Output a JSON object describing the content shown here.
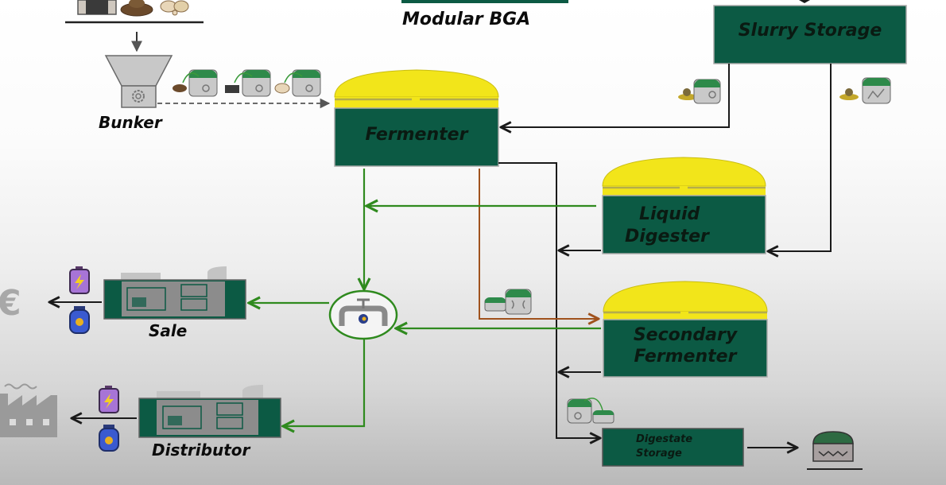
{
  "diagram": {
    "title": "Modular BGA",
    "colors": {
      "tank_green": "#0c5a44",
      "dome_yellow": "#f2e51a",
      "flow_green": "#2f8a1e",
      "flow_brown": "#a0521d",
      "flow_black": "#1a1a1a",
      "gray_icon": "#9a9a9a"
    },
    "nodes": {
      "bunker": "Bunker",
      "fermenter": "Fermenter",
      "slurry_storage": "Slurry Storage",
      "liquid_digester_1": "Liquid",
      "liquid_digester_2": "Digester",
      "secondary_fermenter_1": "Secondary",
      "secondary_fermenter_2": "Fermenter",
      "digestate_storage_1": "Digestate",
      "digestate_storage_2": "Storage",
      "sale": "Sale",
      "distributor": "Distributor"
    },
    "icons": {
      "feedstock": [
        "silage-icon",
        "manure-icon",
        "food-waste-icon"
      ],
      "euro": "euro-icon",
      "factory": "factory-icon",
      "battery": "battery-icon",
      "gas_bottle": "gas-bottle-icon",
      "valve": "gas-valve-icon",
      "generator": "chp-generator-icon",
      "fertilizer": "fertilizer-heap-icon"
    },
    "euro_symbol": "€",
    "flows": [
      {
        "from": "feedstock",
        "to": "bunker",
        "type": "black"
      },
      {
        "from": "bunker",
        "to": "fermenter",
        "type": "dashed"
      },
      {
        "from": "slurry_storage",
        "to": "fermenter",
        "type": "black"
      },
      {
        "from": "slurry_storage",
        "to": "liquid_digester",
        "type": "black"
      },
      {
        "from": "fermenter",
        "to": "digestate_storage",
        "type": "black"
      },
      {
        "from": "liquid_digester",
        "to": "digestate_line",
        "type": "black"
      },
      {
        "from": "secondary_fermenter",
        "to": "digestate_line",
        "type": "black"
      },
      {
        "from": "fermenter",
        "to": "secondary_fermenter",
        "type": "brown"
      },
      {
        "from": "fermenter",
        "to": "gas_valve",
        "type": "green"
      },
      {
        "from": "liquid_digester",
        "to": "gas_line",
        "type": "green"
      },
      {
        "from": "secondary_fermenter",
        "to": "gas_valve",
        "type": "green"
      },
      {
        "from": "gas_valve",
        "to": "sale",
        "type": "green"
      },
      {
        "from": "gas_valve",
        "to": "distributor",
        "type": "green"
      },
      {
        "from": "sale",
        "to": "euro",
        "type": "black"
      },
      {
        "from": "distributor",
        "to": "factory",
        "type": "black"
      },
      {
        "from": "digestate_storage",
        "to": "fertilizer",
        "type": "black"
      }
    ]
  }
}
